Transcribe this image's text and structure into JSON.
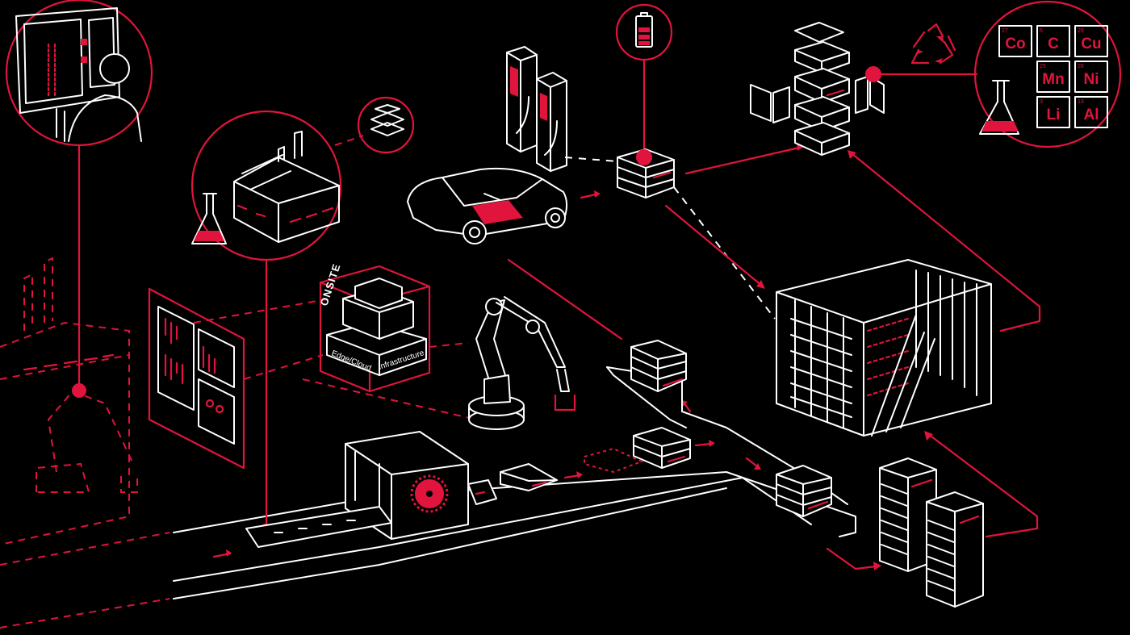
{
  "colors": {
    "background": "#000000",
    "line": "#ffffff",
    "accent": "#e0143c"
  },
  "edge_box": {
    "brand": "ONSITE",
    "layer_top": "Edge/Cloud",
    "layer_bottom": "Infrastructure"
  },
  "elements": [
    {
      "number": "27",
      "symbol": "Co"
    },
    {
      "number": "6",
      "symbol": "C"
    },
    {
      "number": "29",
      "symbol": "Cu"
    },
    {
      "number": "25",
      "symbol": "Mn"
    },
    {
      "number": "28",
      "symbol": "Ni"
    },
    {
      "number": "3",
      "symbol": "Li"
    },
    {
      "number": "13",
      "symbol": "Al"
    }
  ],
  "icons": [
    "recycle-icon",
    "battery-icon",
    "flask-icon",
    "saw-blade-icon",
    "robot-arm-icon",
    "car-icon",
    "charging-station-icon",
    "factory-icon",
    "server-rack-icon",
    "monitor-operator-icon"
  ]
}
